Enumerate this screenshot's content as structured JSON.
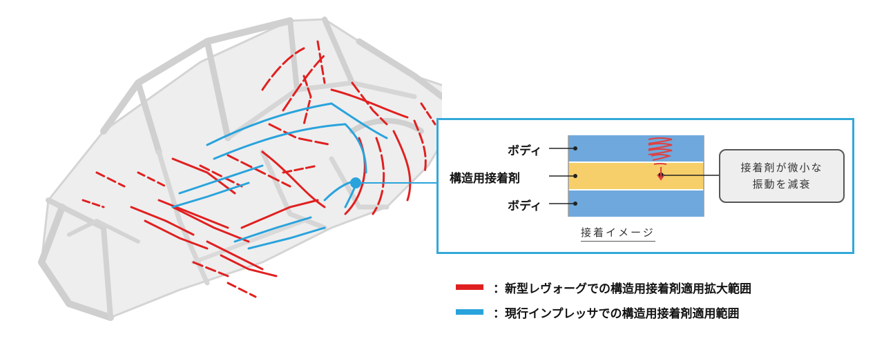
{
  "callout": {
    "layer_top_label": "ボディ",
    "layer_middle_label": "構造用接着剤",
    "layer_bottom_label": "ボディ",
    "note_lines": [
      "接着剤が微小な",
      "振動を減衰"
    ],
    "caption": "接着イメージ"
  },
  "legend": [
    {
      "color": "#e02020",
      "text": "：新型レヴォーグでの構造用接着剤適用拡大範囲"
    },
    {
      "color": "#29a3dc",
      "text": "：現行インプレッサでの構造用接着剤適用範囲"
    }
  ],
  "colors": {
    "body_layer": "#6fa8dc",
    "adhesive_layer": "#f6cf6a",
    "vibration": "#e04040",
    "callout_border": "#33a8d8",
    "frame": "#d8d8d8"
  }
}
